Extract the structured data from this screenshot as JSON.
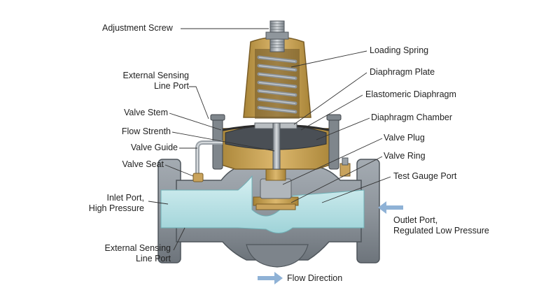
{
  "labels": {
    "adjustment_screw": "Adjustment Screw",
    "loading_spring": "Loading Spring",
    "external_sensing_top": [
      "External Sensing",
      "Line Port"
    ],
    "diaphragm_plate": "Diaphragm Plate",
    "elastomeric_diaphragm": "Elastomeric Diaphragm",
    "valve_stem": "Valve Stem",
    "diaphragm_chamber": "Diaphragm Chamber",
    "flow_strenth": "Flow Strenth",
    "valve_plug": "Valve Plug",
    "valve_guide": "Valve Guide",
    "valve_ring": "Valve Ring",
    "valve_seat": "Valve Seat",
    "test_gauge_port": "Test Gauge Port",
    "inlet_port": [
      "Inlet Port,",
      "High Pressure"
    ],
    "outlet_port": [
      "Outlet Port,",
      "Regulated Low Pressure"
    ],
    "external_sensing_bottom": [
      "External Sensing",
      "Line Port"
    ],
    "flow_direction": "Flow Direction"
  },
  "colors": {
    "body_gray": "#8e959c",
    "body_dark": "#5f666d",
    "brass": "#c9a35c",
    "brass_dark": "#8a6a2e",
    "fluid": "#bfe3e6",
    "fluid_dark": "#8ec9ce",
    "spring": "#9aa0a6",
    "leader": "#333333",
    "arrow": "#8fb2d6"
  }
}
